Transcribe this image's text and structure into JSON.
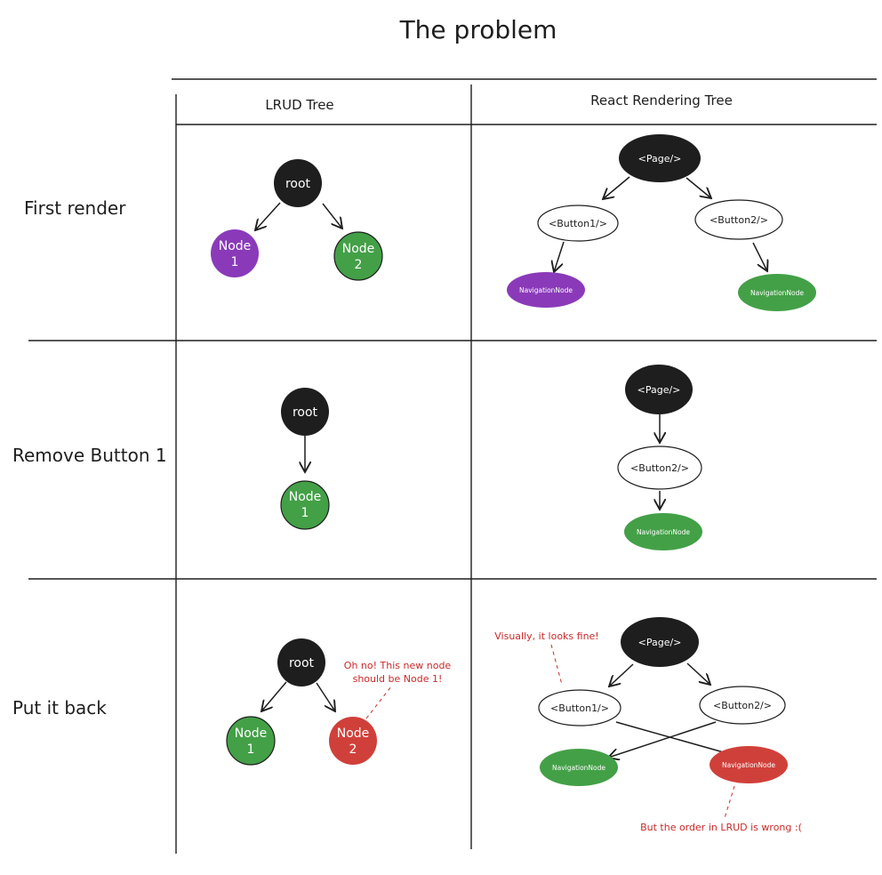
{
  "title": "The problem",
  "columns": {
    "lrud": "LRUD Tree",
    "react": "React Rendering Tree"
  },
  "rows": {
    "first": "First render",
    "remove": "Remove Button 1",
    "putback": "Put it back"
  },
  "colors": {
    "black": "#1e1e1e",
    "purple": "#8a3ab9",
    "green": "#43a047",
    "red": "#d0403a",
    "note": "#c92a2a",
    "white": "#ffffff"
  },
  "nodes": {
    "r1_root": "root",
    "r1_node1_a": "Node",
    "r1_node1_b": "1",
    "r1_node2_a": "Node",
    "r1_node2_b": "2",
    "r1_page": "<Page/>",
    "r1_button1": "<Button1/>",
    "r1_button2": "<Button2/>",
    "r1_nav1": "NavigationNode",
    "r1_nav2": "NavigationNode",
    "r2_root": "root",
    "r2_node1_a": "Node",
    "r2_node1_b": "1",
    "r2_page": "<Page/>",
    "r2_button2": "<Button2/>",
    "r2_nav": "NavigationNode",
    "r3_root": "root",
    "r3_node1_a": "Node",
    "r3_node1_b": "1",
    "r3_node2_a": "Node",
    "r3_node2_b": "2",
    "r3_page": "<Page/>",
    "r3_button1": "<Button1/>",
    "r3_button2": "<Button2/>",
    "r3_nav_green": "NavigationNode",
    "r3_nav_red": "NavigationNode"
  },
  "notes": {
    "oh_no_line1": "Oh no! This new node",
    "oh_no_line2": "should be Node 1!",
    "visually": "Visually, it looks fine!",
    "order": "But the order in LRUD is wrong :("
  }
}
